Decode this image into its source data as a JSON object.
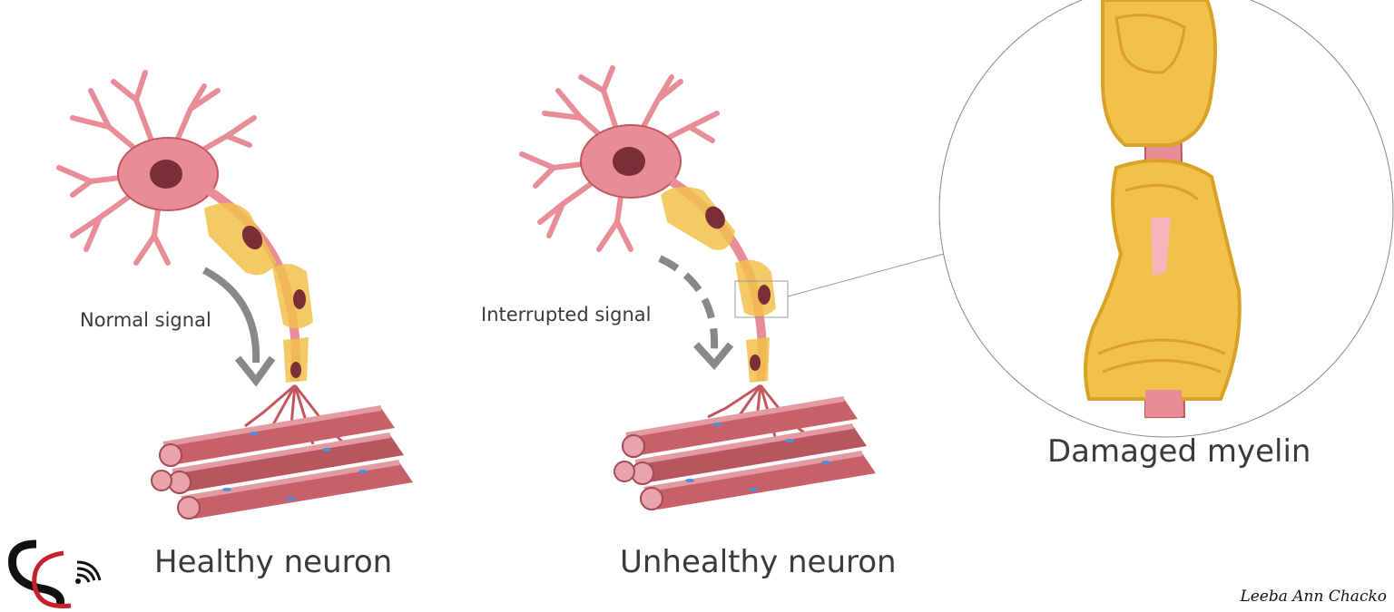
{
  "labels": {
    "normal_signal": "Normal signal",
    "interrupted_signal": "Interrupted signal",
    "healthy_neuron": "Healthy neuron",
    "unhealthy_neuron": "Unhealthy neuron",
    "damaged_myelin": "Damaged myelin",
    "credit": "Leeba Ann Chacko"
  },
  "colors": {
    "neuron": "#e88d97",
    "neuron_outline": "#c2565f",
    "nucleus": "#7a2e35",
    "myelin": "#f1c14a",
    "myelin_dark": "#d9a125",
    "muscle": "#c8606a",
    "muscle_nucleus": "#4a90d9",
    "arrow": "#888888",
    "logo_red": "#c8202a"
  },
  "logo": {
    "icon": "sc-wifi-logo"
  }
}
